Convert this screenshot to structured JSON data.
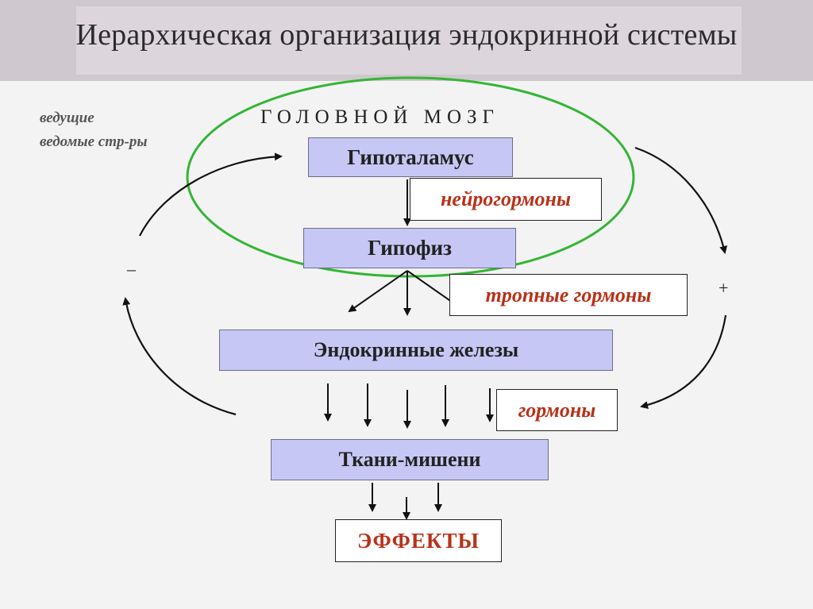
{
  "title": "Иерархическая организация эндокринной системы",
  "legend": {
    "leading": "ведущие",
    "driven": "ведомые стр-ры"
  },
  "brain_label": "ГОЛОВНОЙ МОЗГ",
  "nodes": {
    "hypothalamus": "Гипоталамус",
    "pituitary": "Гипофиз",
    "glands": "Эндокринные железы",
    "targets": "Ткани-мишени",
    "effects": "ЭФФЕКТЫ"
  },
  "labels": {
    "neurohormones": "нейрогормоны",
    "tropic": "тропные гормоны",
    "hormones": "гормоны"
  },
  "signs": {
    "minus": "–",
    "plus": "+"
  },
  "colors": {
    "box_fill": "#c7c7f5",
    "label_text": "#b8321a",
    "ellipse": "#35b535"
  }
}
